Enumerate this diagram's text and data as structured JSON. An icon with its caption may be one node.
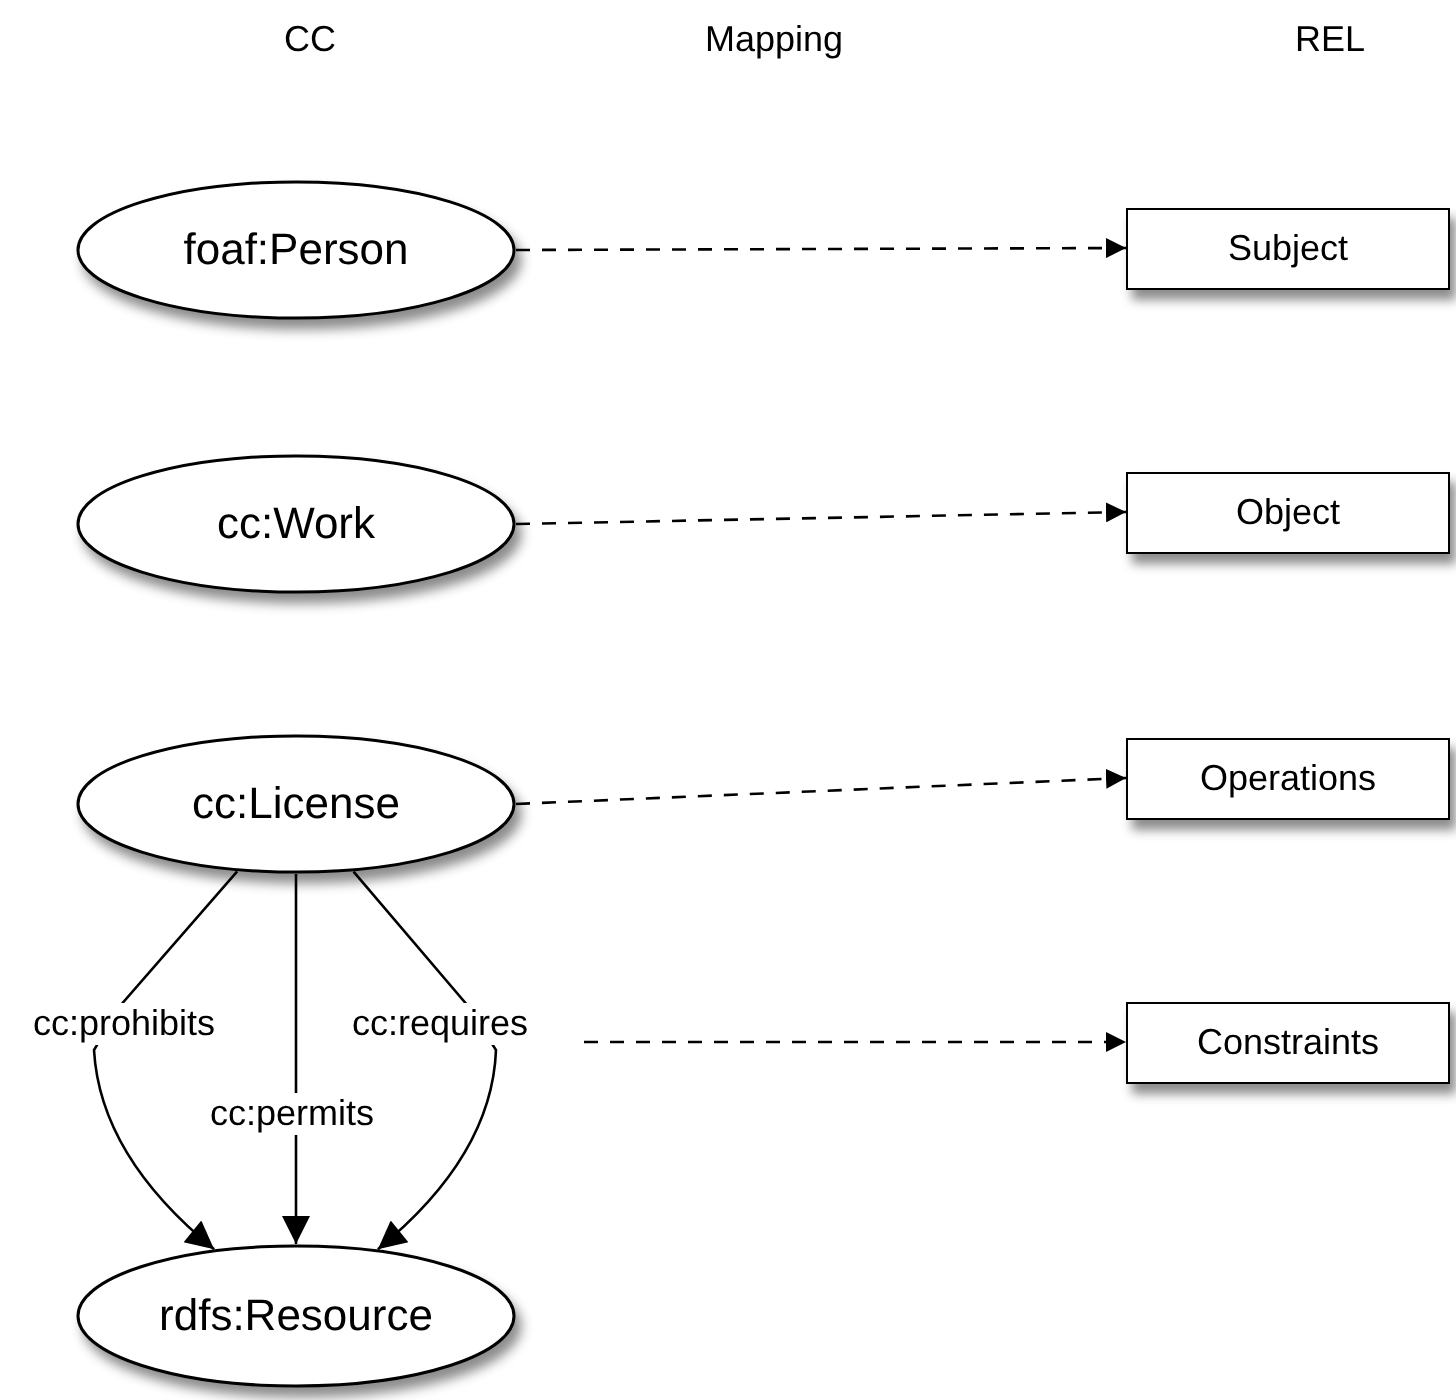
{
  "diagram": {
    "nodes": [
      {
        "text": [
          "foaf:Person"
        ]
      },
      {
        "text": [
          "cc:Work"
        ]
      },
      {
        "text": [
          "cc:License"
        ]
      },
      {
        "text": [
          "rdfs:Resource"
        ]
      },
      {
        "text": [
          "Subject"
        ]
      },
      {
        "text": [
          "Object"
        ]
      },
      {
        "text": [
          "Operations"
        ]
      },
      {
        "text": [
          "Constraints"
        ]
      }
    ],
    "edges": [
      {
        "from": 0,
        "to": 4,
        "arrow": "to",
        "style": "dashed"
      },
      {
        "from": 1,
        "to": 5,
        "arrow": "to",
        "style": "dashed"
      },
      {
        "from": 2,
        "to": 6,
        "arrow": "to",
        "style": "dashed"
      },
      {
        "from": null,
        "to": 7,
        "arrow": "to",
        "style": "dashed"
      },
      {
        "from": 2,
        "to": 3,
        "arrow": "to",
        "label": "cc:prohibits"
      },
      {
        "from": 2,
        "to": 3,
        "arrow": "to",
        "label": "cc:permits"
      },
      {
        "from": 2,
        "to": 3,
        "arrow": "to",
        "label": "cc:requires"
      }
    ],
    "labels": [
      "CC",
      "Mapping",
      "REL"
    ]
  }
}
